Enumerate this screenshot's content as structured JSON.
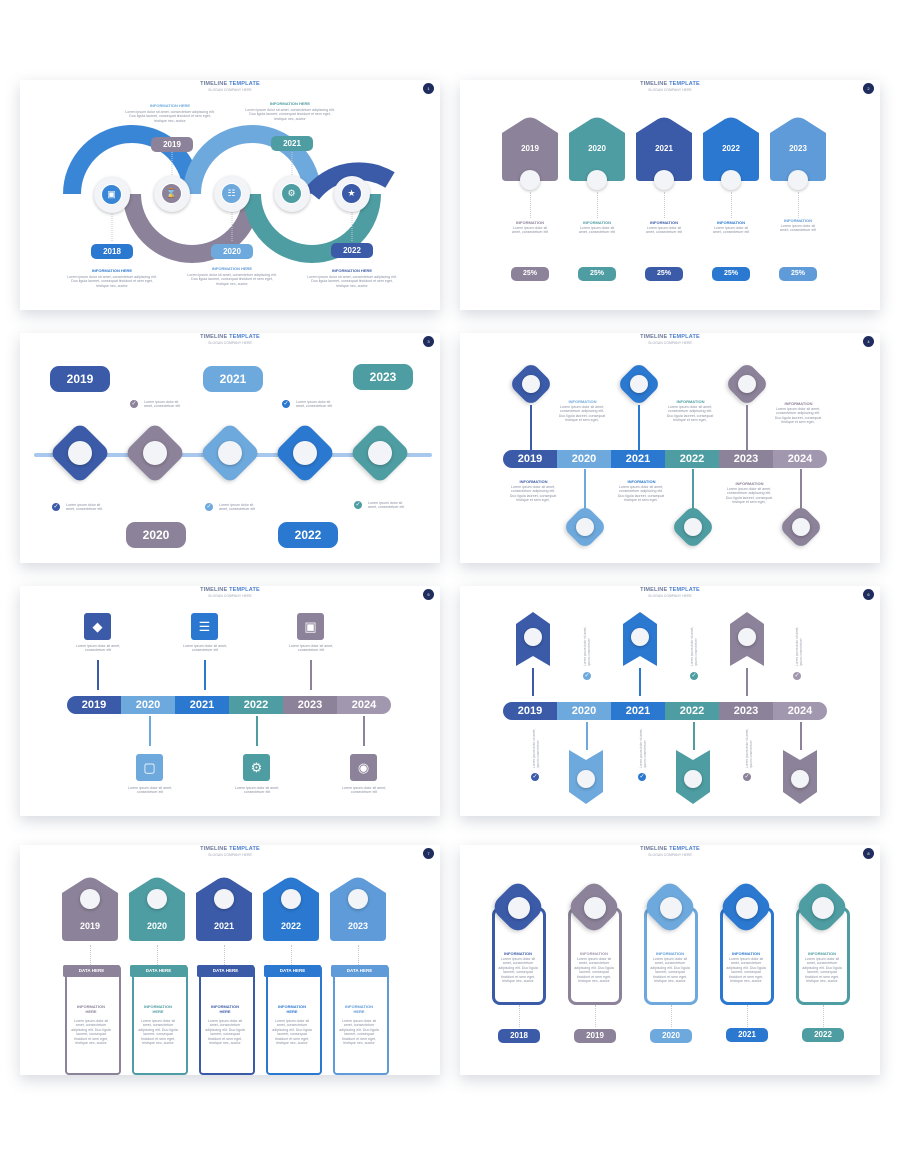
{
  "common": {
    "header_prefix": "TIMELINE",
    "header_accent": "TEMPLATE",
    "subtitle": "SLOGAN COMPANY HERE",
    "info_label": "INFORMATION HERE",
    "info_short": "INFORMATION",
    "data_here": "DATA HERE",
    "info_two_line_1": "INFORMATION",
    "info_two_line_2": "HERE",
    "lorem_long": "Lorem ipsum dolor sit amet, consectetuer adipiscing elit. Duo ligula laoreet, consequat tincidunt et sem eget, tristique nec, auctor",
    "lorem_short": "Lorem ipsum dolor sit amet, consectetuer elit",
    "lorem_mid": "Lorem ipsum dolor sit amet, consectetuer adipiscing elit. Duo ligula laoreet, consequat tristique et sem eget,",
    "lorem_vertical": "Lorem ipsum dolor sit amet, ipsum consectetuer",
    "lorem_card": "Lorem ipsum dolor sit amet, consectetuer adipiscing elit. Duo ligula laoreet, consequat tincidunt et sem eget, tristique nec, auctor"
  },
  "colors": {
    "navy": "#3b5ba8",
    "blue": "#2b78d0",
    "sky": "#5e9bd8",
    "lightblue": "#6ea9dd",
    "teal": "#4e9da2",
    "mauve": "#8c8299",
    "page_badge": "#1e2c5e"
  },
  "slides": [
    {
      "page": "1",
      "years_top": [
        "2019",
        "2021"
      ],
      "years_bottom": [
        "2018",
        "2020",
        "2022"
      ],
      "icons": [
        "briefcase-icon",
        "hourglass-icon",
        "network-icon",
        "gear-icon",
        "trophy-icon"
      ]
    },
    {
      "page": "2",
      "years": [
        "2019",
        "2020",
        "2021",
        "2022",
        "2023"
      ],
      "percents": [
        "25%",
        "25%",
        "25%",
        "25%",
        "25%"
      ]
    },
    {
      "page": "3",
      "years_top": [
        "2019",
        "2021",
        "2023"
      ],
      "years_bottom": [
        "2020",
        "2022"
      ]
    },
    {
      "page": "4",
      "years": [
        "2019",
        "2020",
        "2021",
        "2022",
        "2023",
        "2024"
      ]
    },
    {
      "page": "5",
      "years": [
        "2019",
        "2020",
        "2021",
        "2022",
        "2023",
        "2024"
      ]
    },
    {
      "page": "6",
      "years": [
        "2019",
        "2020",
        "2021",
        "2022",
        "2023",
        "2024"
      ]
    },
    {
      "page": "7",
      "years": [
        "2019",
        "2020",
        "2021",
        "2022",
        "2023"
      ]
    },
    {
      "page": "8",
      "years": [
        "2018",
        "2019",
        "2020",
        "2021",
        "2022"
      ]
    }
  ]
}
